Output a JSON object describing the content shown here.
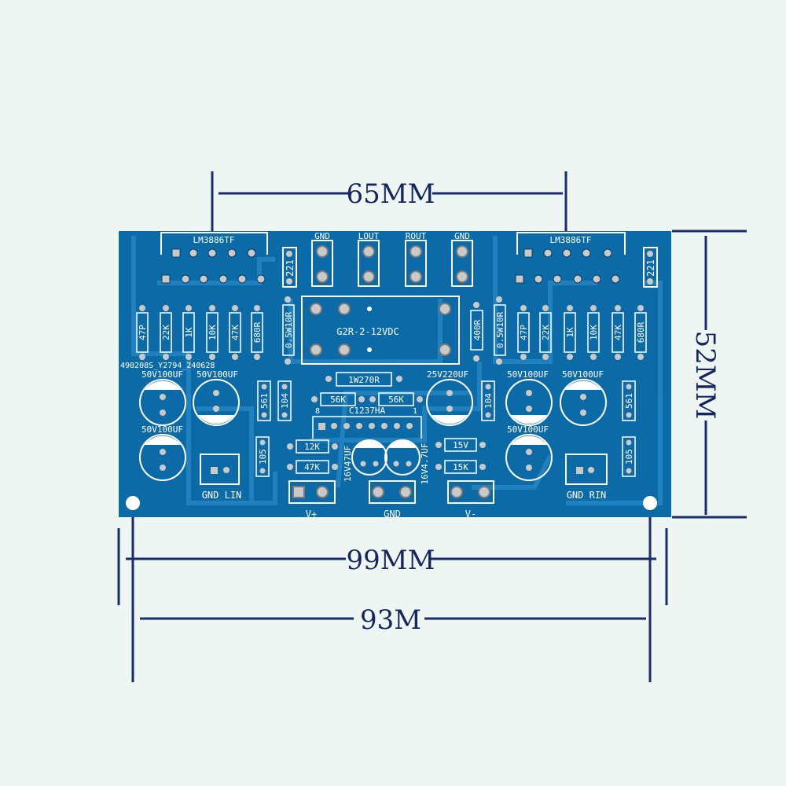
{
  "colors": {
    "background": "#eef6f4",
    "board": "#0c6aa6",
    "board_trace": "#1d7fbd",
    "silkscreen": "#ffffff",
    "pad": "#c9c9c9",
    "dimension_lines": "#1b2a6b"
  },
  "dimensions": {
    "top_width": "65MM",
    "height": "52MM",
    "board_width": "99MM",
    "hole_spacing": "93M"
  },
  "board": {
    "ic_left": "LM3886TF",
    "ic_right": "LM3886TF",
    "relay": "G2R-2-12VDC",
    "board_code": "490208S_Y2794_240628",
    "output_pins": [
      "GND",
      "LOUT",
      "ROUT",
      "GND"
    ],
    "chip_label": "C1237HA",
    "chip_pin_first": "8",
    "chip_pin_last": "1",
    "resistors_left": [
      "22K",
      "1K",
      "10K",
      "47K",
      "680R"
    ],
    "resistors_right": [
      "22K",
      "1K",
      "10K",
      "47K",
      "680R"
    ],
    "cap_47p_left": "47P",
    "cap_47p_right": "47P",
    "cap_221_left": "221",
    "cap_221_right": "221",
    "res_05w_left": "0.5W10R",
    "res_05w_right": "0.5W10R",
    "res_400": "400R",
    "res_1w": "1W270R",
    "res_56k_a": "56K",
    "res_56k_b": "56K",
    "res_12k": "12K",
    "res_47k": "47K",
    "res_15v": "15V",
    "res_15k": "15K",
    "cap_25v220": "25V220UF",
    "cap_50v_l1": "50V100UF",
    "cap_50v_l2": "50V100UF",
    "cap_50v_l3": "50V100UF",
    "cap_50v_r1": "50V100UF",
    "cap_50v_r2": "50V100UF",
    "cap_50v_r3": "50V100UF",
    "cap_561_left": "561",
    "cap_561_right": "561",
    "cap_104_left": "104",
    "cap_104_right": "104",
    "cap_105_left": "105",
    "cap_105_right": "105",
    "cap_16v47": "16V47UF",
    "cap_16v4_7": "16V4.7UF",
    "input_left": "GND LIN",
    "input_right": "GND RIN",
    "power_vplus": "V+",
    "power_gnd": "GND",
    "power_vminus": "V-"
  }
}
